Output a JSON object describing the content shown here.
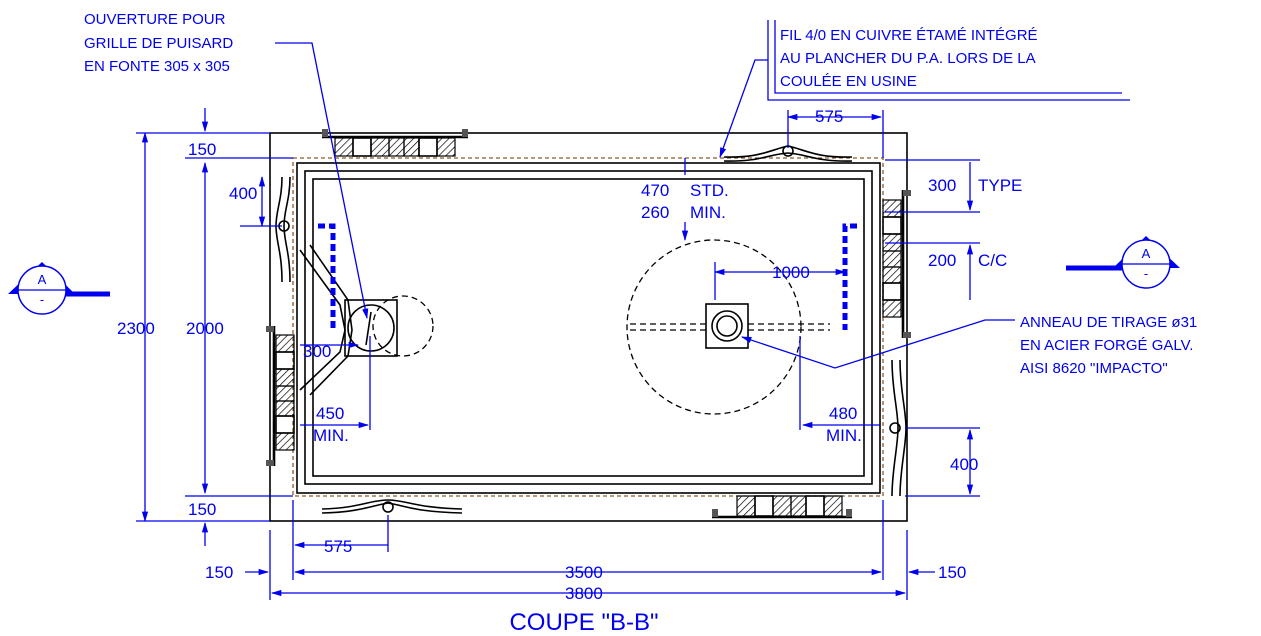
{
  "drawing": {
    "title": "COUPE \"B-B\"",
    "notes": {
      "opening": [
        "OUVERTURE POUR",
        "GRILLE DE PUISARD",
        "EN FONTE 305 x 305"
      ],
      "wire": [
        "FIL 4/0 EN CUIVRE ÉTAMÉ INTÉGRÉ",
        "AU PLANCHER DU P.A. LORS DE LA",
        "COULÉE EN USINE"
      ],
      "ring": [
        "ANNEAU DE TIRAGE ø31",
        "EN ACIER FORGÉ GALV.",
        "AISI 8620 \"IMPACTO\""
      ]
    },
    "dimensions": {
      "d150_top": "150",
      "d400_left": "400",
      "d2300": "2300",
      "d2000": "2000",
      "d300": "300",
      "d450": "450",
      "min_left": "MIN.",
      "d150_bottom": "150",
      "d575_bottom": "575",
      "d150_left_bottom": "150",
      "d3500": "3500",
      "d3800": "3800",
      "d150_right_bottom": "150",
      "d575_top": "575",
      "d470": "470",
      "std": "STD.",
      "d260": "260",
      "min_top": "MIN.",
      "d1000": "1000",
      "d480": "480",
      "min_right": "MIN.",
      "d300_right": "300",
      "type": "TYPE",
      "d200": "200",
      "cc": "C/C",
      "d400_right": "400"
    },
    "section_markers": {
      "left": {
        "letter": "A",
        "sub": "-"
      },
      "right": {
        "letter": "A",
        "sub": "-"
      }
    }
  }
}
